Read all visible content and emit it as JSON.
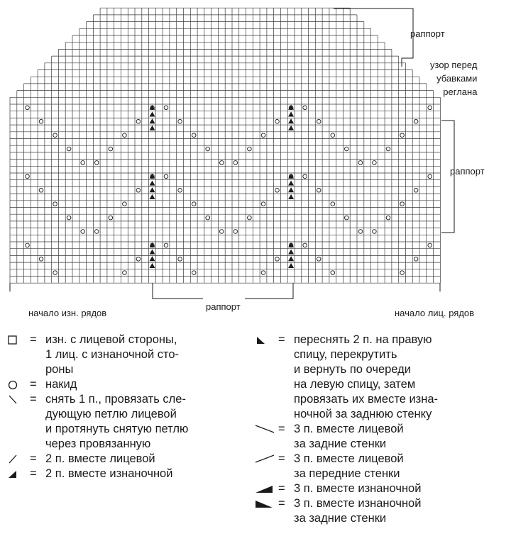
{
  "labels": {
    "repeat_top": "раппорт",
    "repeat_right": "раппорт",
    "repeat_bottom": "раппорт",
    "raglan_note": "узор перед\nубавками\nреглана",
    "start_wrong": "начало изн. рядов",
    "start_right": "начало лиц. рядов"
  },
  "legend": [
    {
      "symbol": "square-icon",
      "eq": "=",
      "text": "изн. с лицевой стороны,\n1 лиц. с изнаночной сто-\nроны"
    },
    {
      "symbol": "circle-icon",
      "eq": "=",
      "text": "накид"
    },
    {
      "symbol": "backslash-icon",
      "eq": "=",
      "text": "снять 1 п., провязать сле-\nдующую петлю лицевой\nи протянуть снятую петлю\nчерез провязанную"
    },
    {
      "symbol": "slash-icon",
      "eq": "=",
      "text": "2 п. вместе лицевой"
    },
    {
      "symbol": "filled-triangle-right-icon",
      "eq": "=",
      "text": "2 п. вместе изнаночной"
    },
    {
      "symbol": "filled-triangle-left-icon",
      "eq": "=",
      "text": "переснять 2 п. на правую\nспицу, перекрутить\nи вернуть по очереди\nна левую спицу, затем\nпровязать их вместе изна-\nночной за заднюю стенку"
    },
    {
      "symbol": "long-backslash-icon",
      "eq": "=",
      "text": "3 п. вместе лицевой\nза задние стенки"
    },
    {
      "symbol": "long-slash-icon",
      "eq": "=",
      "text": "3 п. вместе лицевой\nза передние стенки"
    },
    {
      "symbol": "wide-wedge-right-icon",
      "eq": "=",
      "text": "3 п. вместе изнаночной"
    },
    {
      "symbol": "wide-wedge-left-icon",
      "eq": "=",
      "text": "3 п. вместе изнаночной\nза задние стенки"
    }
  ],
  "colors": {
    "ink": "#1a1a1a",
    "grid": "#3a3a3a"
  }
}
